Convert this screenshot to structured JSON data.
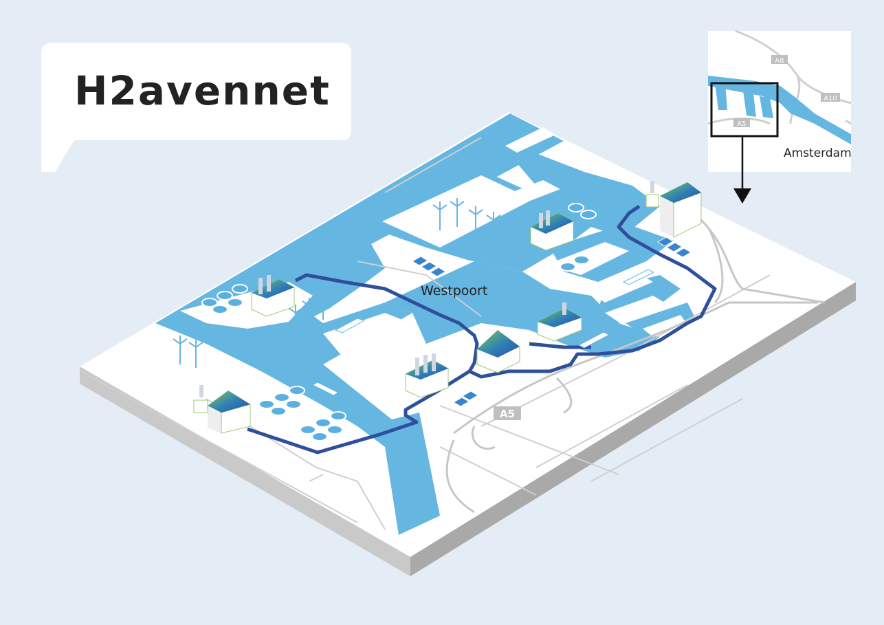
{
  "title": "H2avennet",
  "map": {
    "area_label": "Westpoort",
    "road_label": "A5"
  },
  "inset": {
    "city_label": "Amsterdam",
    "roads": [
      "A8",
      "A10",
      "A5"
    ]
  },
  "colors": {
    "background": "#e4ecf6",
    "water": "#66b6e2",
    "land": "#ffffff",
    "pipeline": "#2e4f9a",
    "road": "#c6c6c6",
    "shield": "#bfbfbf"
  }
}
